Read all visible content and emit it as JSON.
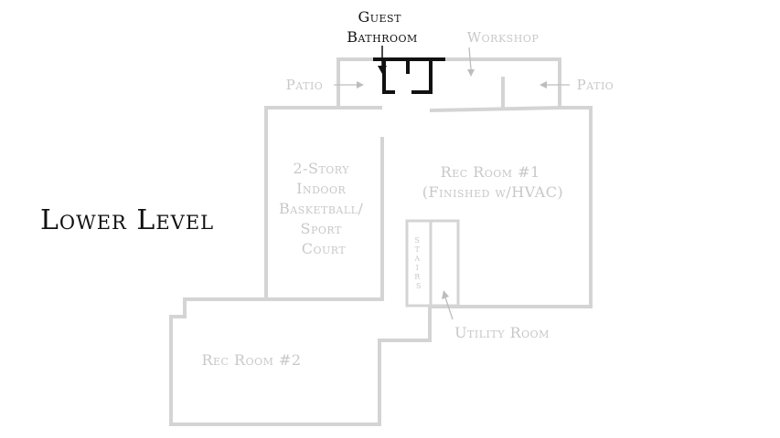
{
  "level_title": "Lower Level",
  "labels": {
    "guest_bathroom": [
      "Guest",
      "Bathroom"
    ],
    "workshop": "Workshop",
    "patio_left": "Patio",
    "patio_right": "Patio",
    "basketball": [
      "2-Story",
      "Indoor",
      "Basketball/",
      "Sport",
      "Court"
    ],
    "rec_room_1": [
      "Rec Room #1",
      "(Finished w/HVAC)"
    ],
    "stairs": [
      "S",
      "T",
      "A",
      "I",
      "R",
      "S"
    ],
    "utility_room": "Utility Room",
    "rec_room_2": "Rec Room #2"
  },
  "colors": {
    "walls": "#d4d4d4",
    "bathroom_walls": "#111111",
    "room_labels": "#c8c8c8",
    "title": "#111111"
  }
}
